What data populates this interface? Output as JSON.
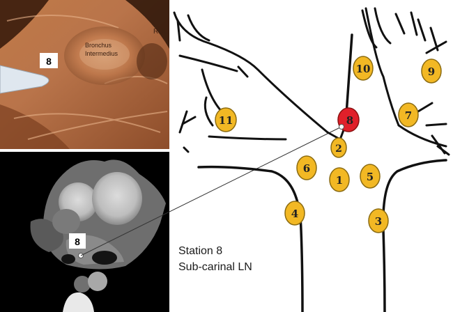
{
  "bronchoscopy": {
    "label_bronchus_line1": "Bronchus",
    "label_bronchus_line2": "Intermedius",
    "label_rul": "RUL",
    "needle_station_label": "8"
  },
  "ct_scan": {
    "station_label": "8"
  },
  "caption": {
    "line1": "Station 8",
    "line2": "Sub-carinal LN"
  },
  "diagram": {
    "highlighted_station": "8",
    "stations": [
      "10",
      "9",
      "11",
      "8",
      "7",
      "2",
      "6",
      "1",
      "5",
      "4",
      "3"
    ],
    "colors": {
      "node_fill": "#f2b824",
      "node_stroke": "#8a6a10",
      "highlight_fill": "#e0202a",
      "airway_stroke": "#111111",
      "connector": "#333333"
    }
  }
}
